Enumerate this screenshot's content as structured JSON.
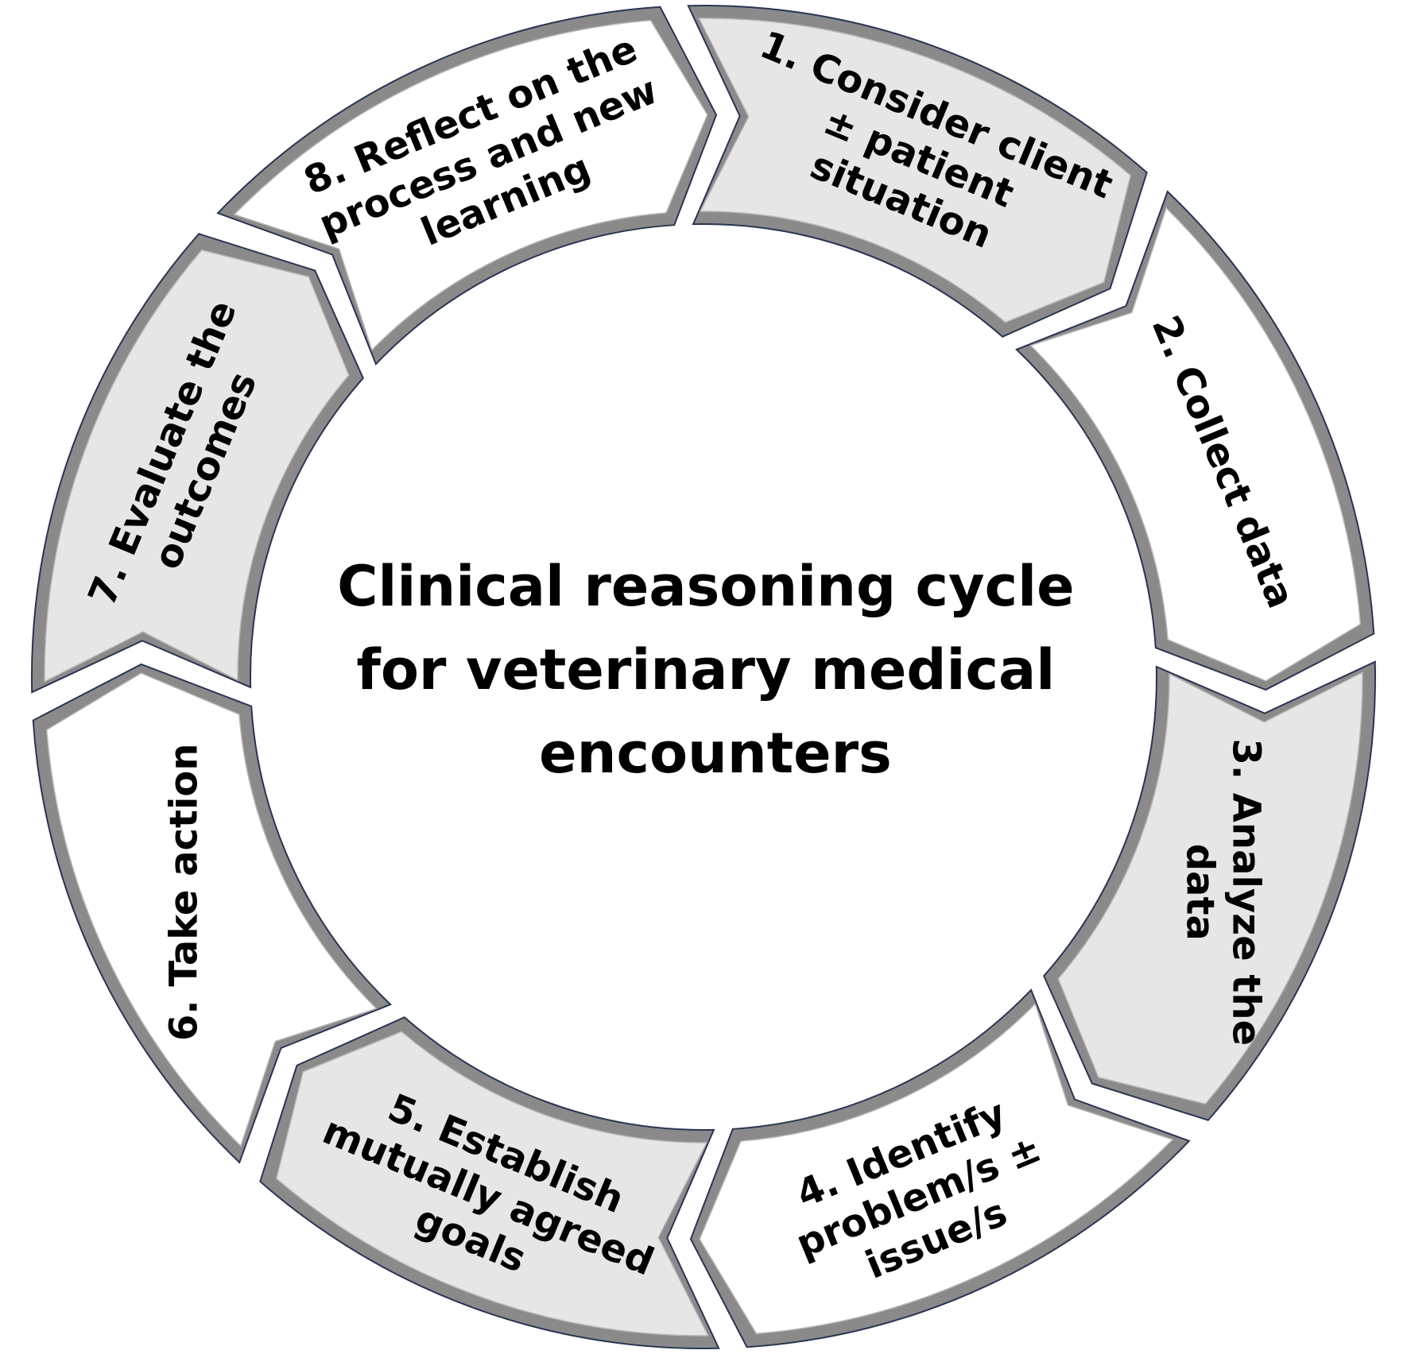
{
  "diagram": {
    "center_lines": [
      "Clinical reasoning cycle",
      "for veterinary medical",
      "encounters"
    ],
    "steps": [
      {
        "id": "step-1",
        "lines": [
          "1. Consider client",
          "± patient",
          "situation"
        ],
        "shaded": true
      },
      {
        "id": "step-2",
        "lines": [
          "2. Collect data"
        ],
        "shaded": false
      },
      {
        "id": "step-3",
        "lines": [
          "3. Analyze the",
          "data"
        ],
        "shaded": true
      },
      {
        "id": "step-4",
        "lines": [
          "4. Identify",
          "problem/s ±",
          "issue/s"
        ],
        "shaded": false
      },
      {
        "id": "step-5",
        "lines": [
          "5. Establish",
          "mutually agreed",
          "goals"
        ],
        "shaded": true
      },
      {
        "id": "step-6",
        "lines": [
          "6. Take action"
        ],
        "shaded": false
      },
      {
        "id": "step-7",
        "lines": [
          "7. Evaluate the",
          "outcomes"
        ],
        "shaded": true
      },
      {
        "id": "step-8",
        "lines": [
          "8. Reflect on the",
          "process and new",
          "learning"
        ],
        "shaded": false
      }
    ],
    "colors": {
      "shaded_fill": "#e6e6e6",
      "plain_fill": "#ffffff",
      "outline": "#2a3550",
      "bevel": "#8a8a8a"
    }
  }
}
